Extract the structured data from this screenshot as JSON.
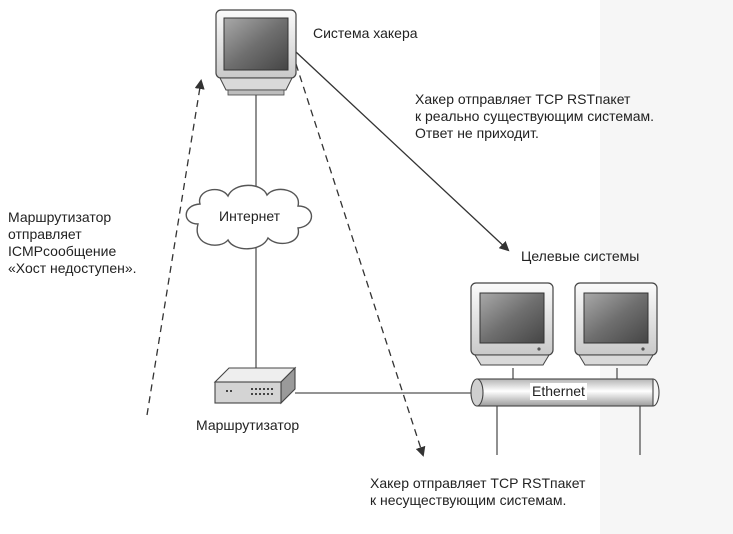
{
  "hacker_system_label": "Система хакера",
  "internet_label": "Интернет",
  "router_label": "Маршрутизатор",
  "target_systems_label": "Целевые системы",
  "ethernet_label": "Ethernet",
  "router_note": [
    "Маршрутизатор",
    "отправляет",
    "ICMPсообщение",
    "«Хост недоступен»."
  ],
  "existing_note": [
    "Хакер отправляет TCP RSTпакет",
    "к реально существующим системам.",
    "Ответ не приходит."
  ],
  "nonexisting_note": [
    "Хакер отправляет TCP RSTпакет",
    "к несуществующим системам."
  ]
}
